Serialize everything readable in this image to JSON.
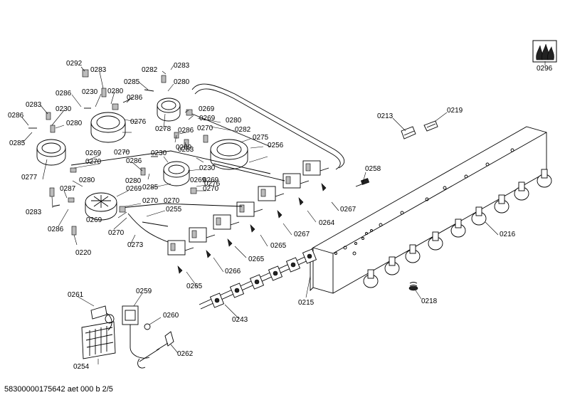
{
  "footer": {
    "document_code": "58300000175642 aet 000 b 2/5"
  },
  "logo": {
    "icon": "flame-logo-icon",
    "code": "0296"
  },
  "part_labels": [
    "0292",
    "0283",
    "0282",
    "0283",
    "0285",
    "0280",
    "0286",
    "0230",
    "0280",
    "0286",
    "0283",
    "0230",
    "0286",
    "0280",
    "0285",
    "0276",
    "0269",
    "0278",
    "0269",
    "0270",
    "0286",
    "0280",
    "0282",
    "0275",
    "0269",
    "0283",
    "0256",
    "0270",
    "0230",
    "0269",
    "0277",
    "0270",
    "0286",
    "0230",
    "0280",
    "0285",
    "0269",
    "0287",
    "0280",
    "0269",
    "0270",
    "0276",
    "0270",
    "0269",
    "0283",
    "0270",
    "0255",
    "0286",
    "0269",
    "0270",
    "0220",
    "0273",
    "0213",
    "0219",
    "0258",
    "0267",
    "0264",
    "0267",
    "0265",
    "0265",
    "0266",
    "0265",
    "0216",
    "0215",
    "0243",
    "0218",
    "0261",
    "0259",
    "0260",
    "0254",
    "0262"
  ]
}
